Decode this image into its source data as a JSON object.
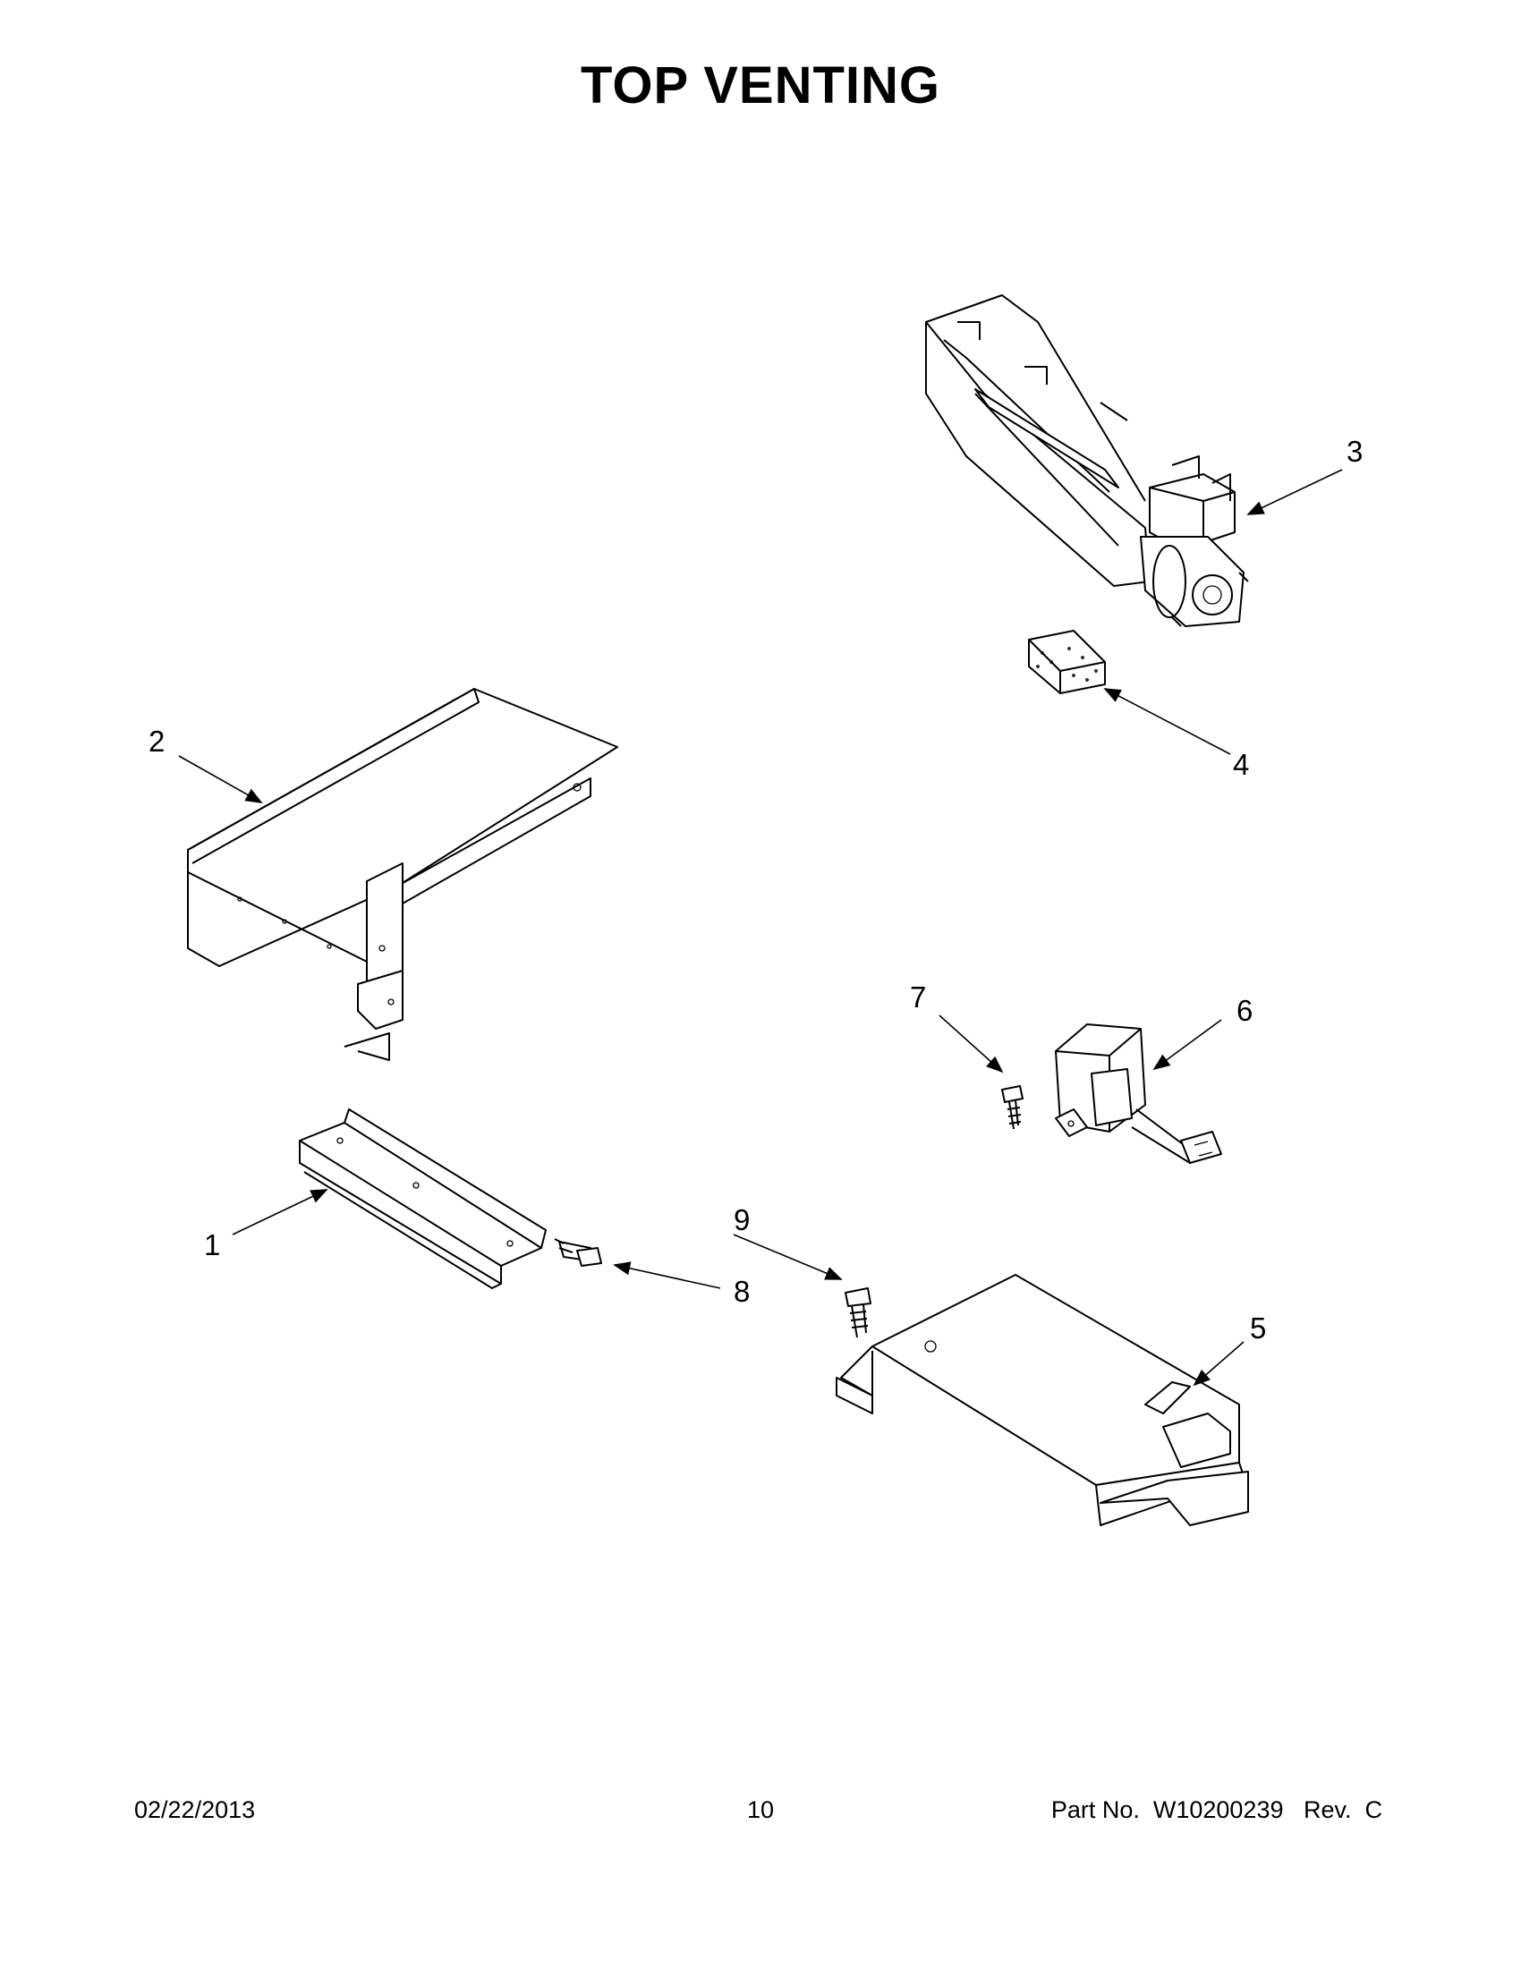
{
  "title": "TOP VENTING",
  "callouts": [
    "1",
    "2",
    "3",
    "4",
    "5",
    "6",
    "7",
    "8",
    "9"
  ],
  "footer": {
    "date": "02/22/2013",
    "page_number": "10",
    "part_number": "Part No.  W10200239   Rev.  C"
  }
}
